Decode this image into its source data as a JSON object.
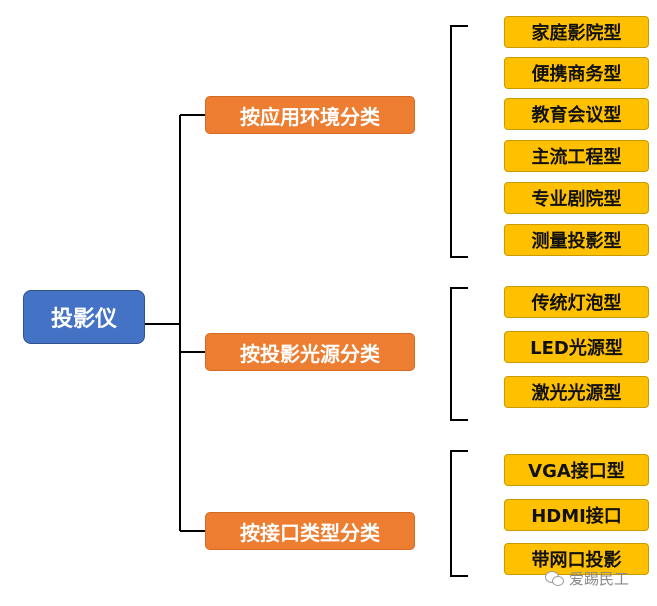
{
  "root": {
    "label": "投影仪"
  },
  "categories": [
    {
      "label": "按应用环境分类",
      "items": [
        "家庭影院型",
        "便携商务型",
        "教育会议型",
        "主流工程型",
        "专业剧院型",
        "测量投影型"
      ]
    },
    {
      "label": "按投影光源分类",
      "items": [
        "传统灯泡型",
        "LED光源型",
        "激光光源型"
      ]
    },
    {
      "label": "按接口类型分类",
      "items": [
        "VGA接口型",
        "HDMI接口",
        "带网口投影"
      ]
    }
  ],
  "watermark": {
    "text": "爱踢民工",
    "icon": "wechat-icon"
  },
  "colors": {
    "root": "#4472c4",
    "category": "#ed7d31",
    "leaf": "#ffc000",
    "line": "#000000"
  }
}
